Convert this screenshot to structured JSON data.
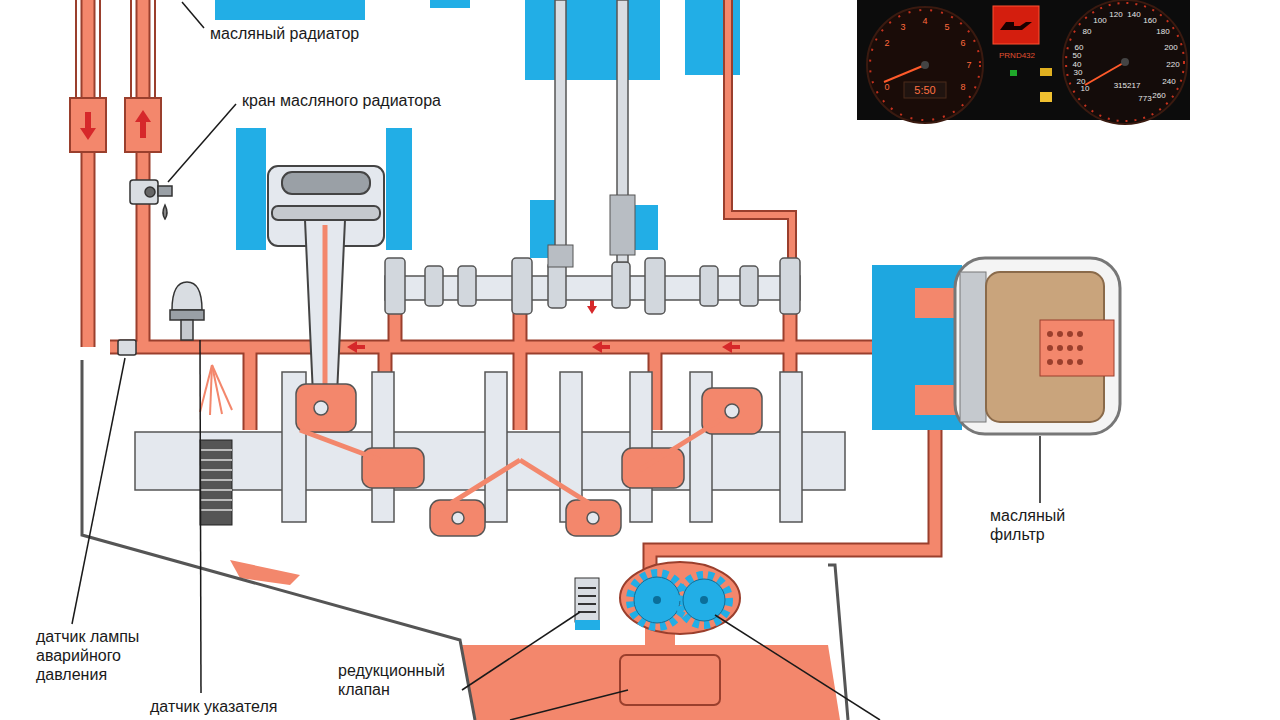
{
  "diagram": {
    "labels": [
      "масляный радиатор",
      "кран масляного радиатора",
      "масляный фильтр",
      "датчик лампы аварийного давления",
      "редукционный клапан",
      "датчик указателя",
      "5:50",
      "PRND432",
      "315217",
      "773",
      "0",
      "2",
      "3",
      "4",
      "5",
      "6",
      "7",
      "8",
      "10",
      "20",
      "30",
      "40",
      "50",
      "60",
      "80",
      "100",
      "120",
      "140",
      "160",
      "180",
      "200",
      "220",
      "240",
      "260"
    ]
  }
}
